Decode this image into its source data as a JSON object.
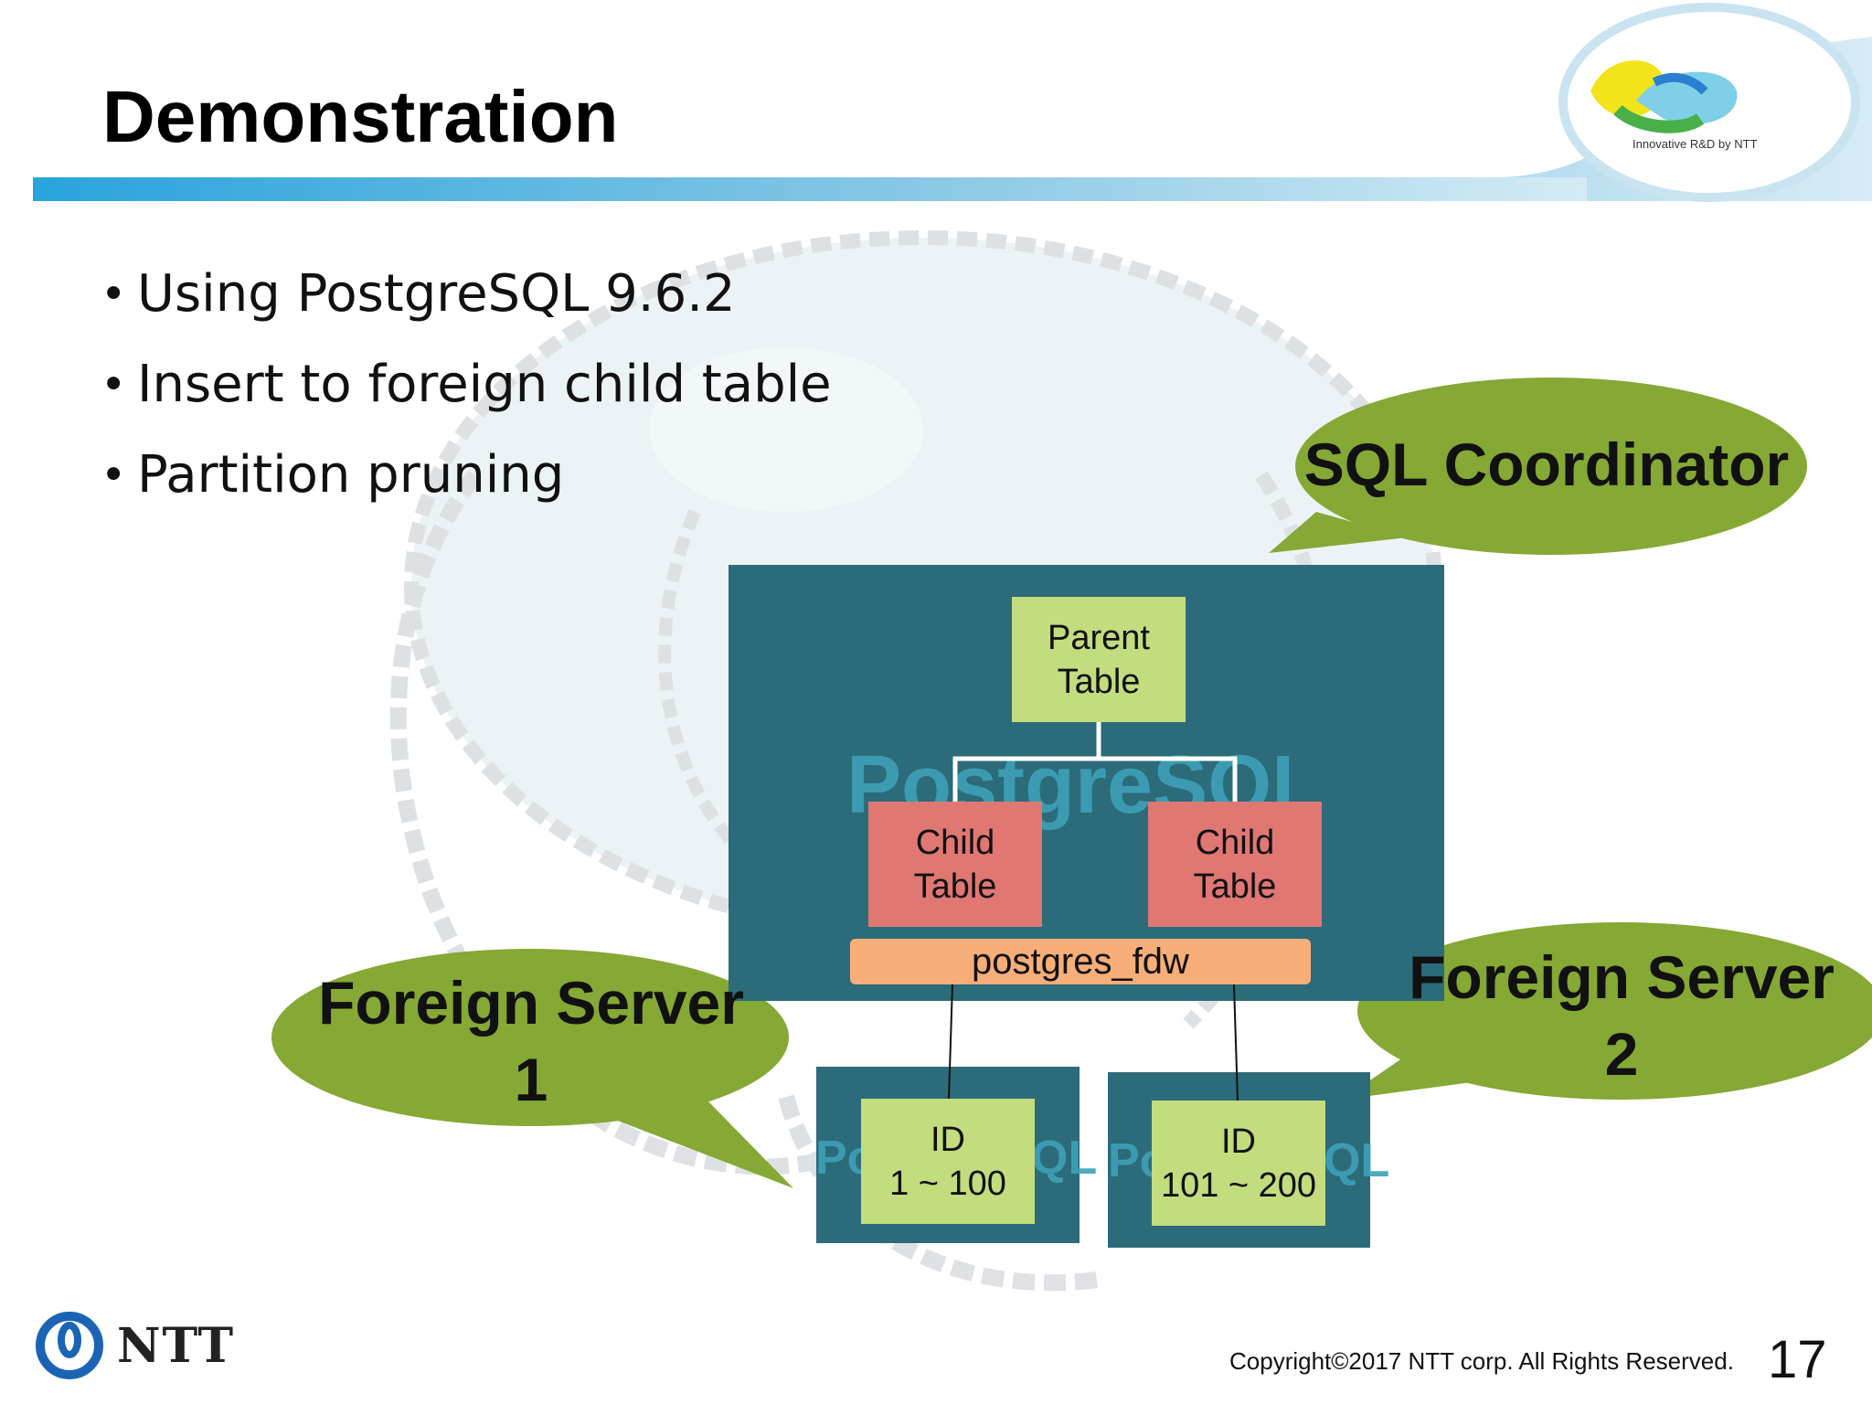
{
  "slide": {
    "title": "Demonstration",
    "bullets": [
      "Using PostgreSQL 9.6.2",
      "Insert to foreign child table",
      "Partition pruning"
    ],
    "brand_tagline": "Innovative R&D by NTT",
    "footer": {
      "company": "NTT",
      "copyright": "Copyright©2017  NTT corp. All Rights Reserved.",
      "page_number": "17"
    }
  },
  "diagram": {
    "coordinator_watermark": "PostgreSQL",
    "parent_table": "Parent\nTable",
    "child_tables": [
      "Child\nTable",
      "Child\nTable"
    ],
    "fdw_label": "postgres_fdw",
    "shards": [
      {
        "label": "ID\n1 ~ 100",
        "watermark_left": "Po",
        "watermark_right": "QL"
      },
      {
        "label": "ID\n101 ~ 200",
        "watermark_left": "Po",
        "watermark_right": "QL"
      }
    ],
    "callouts": {
      "sql_coordinator": "SQL Coordinator",
      "foreign_server_1": "Foreign Server\n1",
      "foreign_server_2": "Foreign Server\n2"
    },
    "colors": {
      "panel": "#2c6b7a",
      "green_node": "#c3dc7e",
      "red_node": "#e07773",
      "fdw_bar": "#f7ae78",
      "callout": "#86a834",
      "watermark_text": "#3ea1b7"
    }
  }
}
